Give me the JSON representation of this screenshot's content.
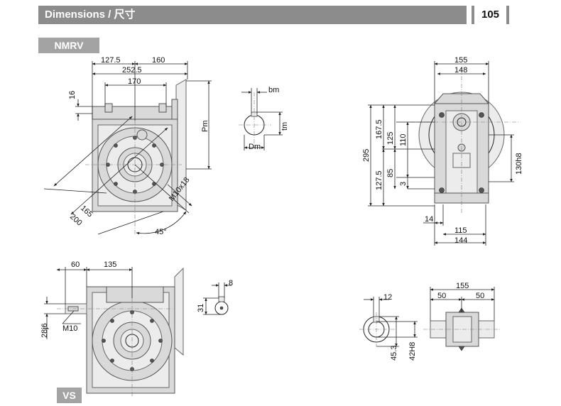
{
  "header": {
    "title": "Dimensions / 尺寸",
    "page_number": "105"
  },
  "sections": {
    "nmrv_label": "NMRV",
    "vs_label": "VS"
  },
  "front_view": {
    "d1": "127.5",
    "d2": "160",
    "d3": "252.5",
    "d4": "170",
    "d5": "16",
    "d6": "Pm",
    "d7": "165",
    "d8": "200",
    "d9": "45°",
    "d10": "M10x18"
  },
  "shaft_detail": {
    "bm": "bm",
    "tm": "tm",
    "dm": "Dm"
  },
  "side_view": {
    "w155": "155",
    "w148": "148",
    "h295": "295",
    "h1675": "167.5",
    "h125": "125",
    "h110": "110",
    "h1275": "127.5",
    "h85": "85",
    "h3": "3",
    "h130": "130h8",
    "w14": "14",
    "w115": "115",
    "w144": "144"
  },
  "vs_view": {
    "d60": "60",
    "d135": "135",
    "d28": "28j6",
    "m10": "M10",
    "d8": "8",
    "d31": "31"
  },
  "hollow_shaft": {
    "d12": "12",
    "d453": "45.3",
    "d42": "42H8"
  },
  "output_shaft": {
    "d155": "155",
    "d50a": "50",
    "d50b": "50"
  }
}
